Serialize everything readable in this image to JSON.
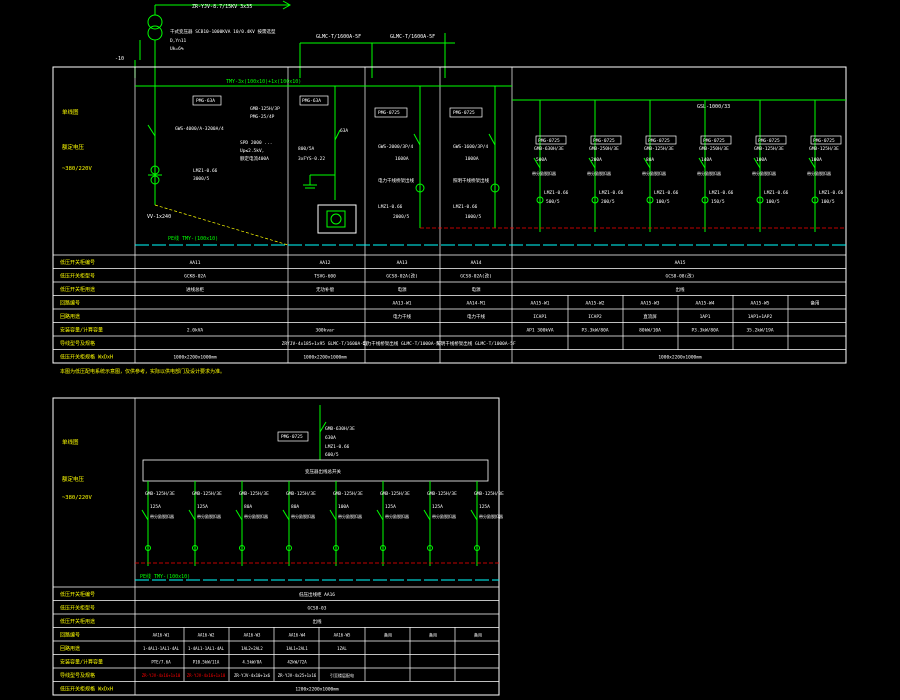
{
  "colors": {
    "bg": "#000000",
    "frame": "#ffffff",
    "wire": "#00ff00",
    "label": "#ffff00",
    "text": "#ffffff",
    "accent": "#ff0000",
    "bus": "#00ffff",
    "magenta": "#ff00ff"
  },
  "top": {
    "transformer_label": "ZR-YJV-8.7/15KV 3x35",
    "transformer_spec": "干式变压器 SCB10-1000KVA 10/0.4KV 按需选型",
    "transformer_spec2": "D,Yn11",
    "transformer_spec3": "Uk=6%",
    "ground": "-10",
    "breakers": [
      "GLMC-T/1600A-5F",
      "GLMC-T/1600A-5F"
    ],
    "bus_label": "TMY-3x(100x10)+1x(100x10)",
    "pe_label": "PE线 TMY-(100x10)",
    "side_labels": [
      "单线图",
      "额定电压",
      "~380/220V"
    ],
    "panels": {
      "p1_box": "PMG-63A",
      "p1_spec": [
        "GWS-4000/A-3200A/4",
        "GMB-125H/3P",
        "PMG-25/4P"
      ],
      "p1_note": [
        "SPD 2000 ...",
        "Up≤2.5kV,",
        "额定电流400A"
      ],
      "p1_ct": [
        "LMZ1-0.66",
        "3000/5"
      ],
      "p1_wire": "VV-1x240",
      "p2_box": "PMG-63A",
      "p2_spec": [
        "800/5A",
        "3xFYS-0.22"
      ],
      "p2_fuse": "63A",
      "p3_box": "PMG-0725",
      "p3_spec": [
        "GWS-2000/3P/4",
        "1600A"
      ],
      "p3_note": "电力干线桥架出线",
      "p3_ct": [
        "LMZ1-0.66",
        "2000/5"
      ],
      "p4_box": "PMG-0725",
      "p4_spec": [
        "GWS-1600/3P/4",
        "1000A"
      ],
      "p4_note": "照明干线桥架出线",
      "p4_ct": [
        "LMZ1-0.66",
        "1000/5"
      ],
      "p5_header": "GSL-1000/33",
      "feeders": [
        {
          "box": "PMG-0725",
          "breaker": "GMB-630H/3E",
          "amp": "500A",
          "ct": "LMZ1-0.66",
          "ratio": "500/5"
        },
        {
          "box": "PMG-0725",
          "breaker": "GMB-250H/3E",
          "amp": "200A",
          "ct": "LMZ1-0.66",
          "ratio": "200/5"
        },
        {
          "box": "PMG-0725",
          "breaker": "GMB-125H/3E",
          "amp": "80A",
          "ct": "LMZ1-0.66",
          "ratio": "100/5"
        },
        {
          "box": "PMG-0725",
          "breaker": "GMB-250H/3E",
          "amp": "140A",
          "ct": "LMZ1-0.66",
          "ratio": "150/5"
        },
        {
          "box": "PMG-0725",
          "breaker": "GMB-125H/3E",
          "amp": "100A",
          "ct": "LMZ1-0.66",
          "ratio": "100/5"
        },
        {
          "box": "PMG-0725",
          "breaker": "GMB-125H/3E",
          "amp": "100A",
          "ct": "LMZ1-0.66",
          "ratio": "100/5"
        }
      ],
      "feeder_note": "带分励脱扣器"
    },
    "rows": [
      {
        "label": "低压开关柜编号",
        "cells": [
          "AA11",
          "AA12",
          "AA13",
          "AA14",
          "AA15"
        ]
      },
      {
        "label": "低压开关柜型号",
        "cells": [
          "GCK8-02A",
          "TSVG-600",
          "GCS8-02A(改)",
          "GCS8-02A(改)",
          "GCS8-08(改)"
        ]
      },
      {
        "label": "低压开关柜用途",
        "cells": [
          "进线总柜",
          "无功补偿",
          "电源",
          "电源",
          "出线"
        ]
      },
      {
        "label": "回路编号",
        "cells": [
          "",
          "",
          "AA13-W1",
          "AA14-M1",
          "AA15-W1",
          "AA15-W2",
          "AA15-W3",
          "AA15-W4",
          "AA15-W5",
          "备用"
        ]
      },
      {
        "label": "回路用途",
        "cells": [
          "",
          "",
          "电力干线",
          "电力干线",
          "ICAP1",
          "ICAP2",
          "直流屏",
          "1AP1",
          "1AP1+1AP2",
          ""
        ]
      },
      {
        "label": "安装容量/计算容量",
        "cells": [
          "2.0kVA",
          "300kvar",
          "",
          "",
          "AP1 300kVA",
          "P3.3kW/80A",
          "80kW/10A",
          "P3.3kW/80A",
          "35.2kW/19A",
          ""
        ]
      },
      {
        "label": "导线型号及规格",
        "cells": [
          "",
          "ZRYJV-4x185+1x95 GLMC-T/1600A-5F",
          "电力干线桥架出线 GLMC-T/1000A-5F",
          "照明干线桥架出线 GLMC-T/1000A-5F",
          "",
          "",
          "",
          "",
          "",
          ""
        ]
      },
      {
        "label": "低压开关柜规格 WxDxH",
        "cells": [
          "1000x2200x1000mm",
          "1000x2200x1000mm",
          "",
          "",
          "",
          "1000x2200x1000mm"
        ]
      }
    ],
    "footnote": "本图为低压配电系统示意图，仅供参考，实际以供电部门及设计要求为准。"
  },
  "bottom": {
    "side_labels": [
      "单线图",
      "额定电压",
      "~380/220V"
    ],
    "main_box": "PMG-0725",
    "main_breaker": [
      "GMB-630H/3E",
      "630A"
    ],
    "main_ct": [
      "LMZ1-0.66",
      "600/5"
    ],
    "main_note": "变压器出线总开关",
    "feeders": [
      {
        "breaker": "GMB-125H/3E",
        "amp": "125A",
        "note": "带分励脱扣器"
      },
      {
        "breaker": "GMB-125H/3E",
        "amp": "125A",
        "note": "带分励脱扣器"
      },
      {
        "breaker": "GMB-125H/3E",
        "amp": "80A",
        "note": "带分励脱扣器"
      },
      {
        "breaker": "GMB-125H/3E",
        "amp": "80A",
        "note": "带分励脱扣器"
      },
      {
        "breaker": "GMB-125H/3E",
        "amp": "100A",
        "note": "带分励脱扣器"
      },
      {
        "breaker": "GMB-125H/3E",
        "amp": "125A",
        "note": "带分励脱扣器"
      },
      {
        "breaker": "GMB-125H/3E",
        "amp": "125A",
        "note": "带分励脱扣器"
      },
      {
        "breaker": "GMB-125H/3E",
        "amp": "125A",
        "note": "带分励脱扣器"
      }
    ],
    "pe_label": "PE线 TMY-(100x10)",
    "rows": [
      {
        "label": "低压开关柜编号",
        "cells": [
          "低压出线柜 AA16"
        ]
      },
      {
        "label": "低压开关柜型号",
        "cells": [
          "GCS8-03"
        ]
      },
      {
        "label": "低压开关柜用途",
        "cells": [
          "出线"
        ]
      },
      {
        "label": "回路编号",
        "cells": [
          "AA16-W1",
          "AA16-W2",
          "AA16-W3",
          "AA16-W4",
          "AA16-W5",
          "备用",
          "备用",
          "备用"
        ]
      },
      {
        "label": "回路用途",
        "cells": [
          "1-4AL1-1AL1-4AL",
          "1-4AL1-1AL1-4AL",
          "1AL2+2AL2",
          "1AL1+2AL1",
          "1ZAL",
          "",
          "",
          ""
        ]
      },
      {
        "label": "安装容量/计算容量",
        "cells": [
          "PTE/7.6A",
          "P10.5kW/11A",
          "4.5kW/8A",
          "42kW/72A",
          "",
          "",
          "",
          ""
        ]
      },
      {
        "label": "导线型号及规格",
        "cells": [
          "ZR-YJV-4x16+1x10",
          "ZR-YJV-4x16+1x10",
          "ZR-YJV-4x10+1x6",
          "ZR-YJV-4x25+1x16",
          "引至楼层配电",
          "",
          "",
          ""
        ]
      },
      {
        "label": "低压开关柜规格 WxDxH",
        "cells": [
          "1200x2200x1000mm"
        ]
      }
    ]
  }
}
